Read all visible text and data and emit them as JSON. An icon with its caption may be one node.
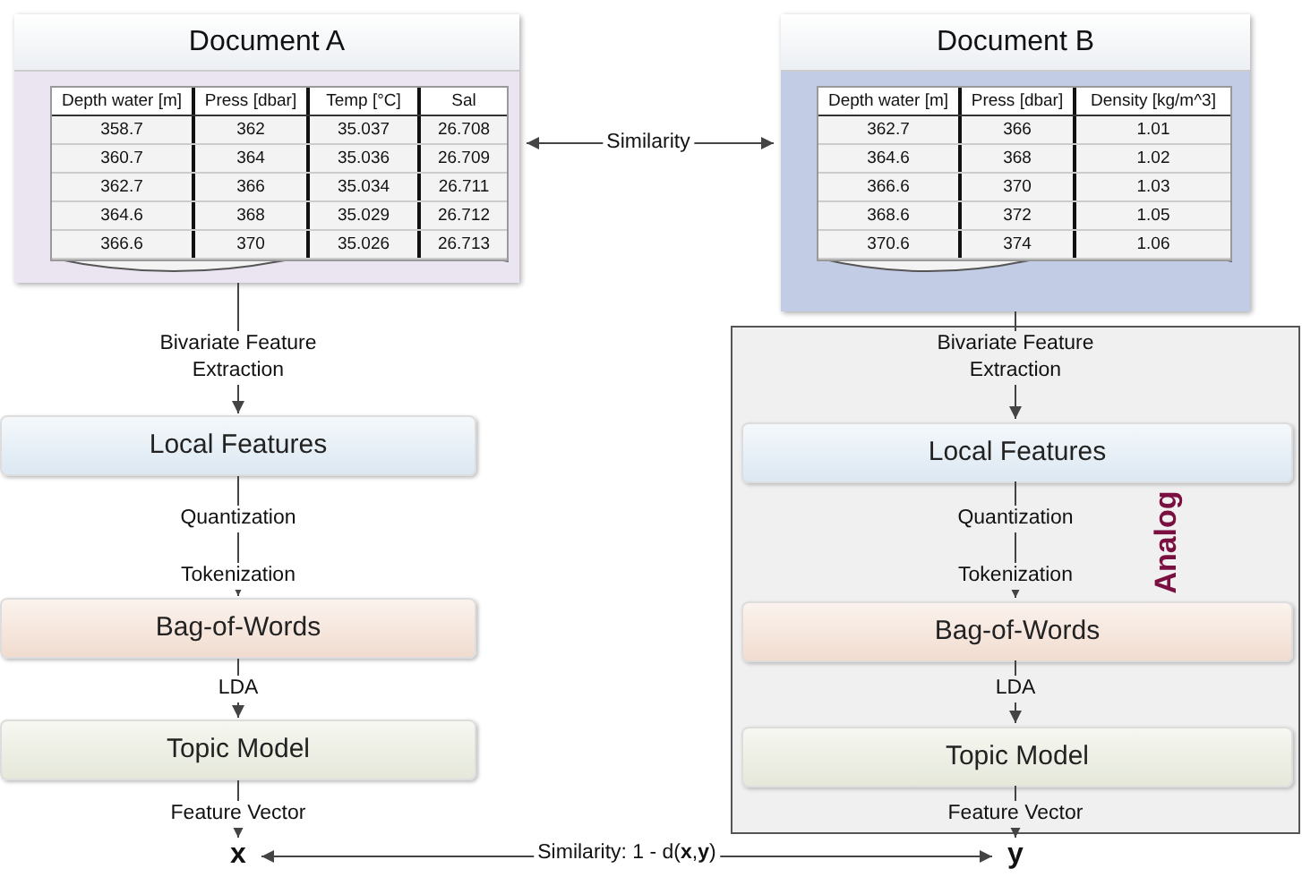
{
  "diagram": {
    "nodes": [
      {
        "text": [
          "Document A"
        ]
      },
      {
        "text": [
          "Document B"
        ]
      },
      {
        "text": [
          "Local Features"
        ]
      },
      {
        "text": [
          "Bag-of-Words"
        ]
      },
      {
        "text": [
          "Topic Model"
        ]
      },
      {
        "text": [
          "x"
        ]
      },
      {
        "text": [
          "Analog"
        ]
      },
      {
        "text": [
          "Local Features"
        ],
        "in": 6
      },
      {
        "text": [
          "Bag-of-Words"
        ],
        "in": 6
      },
      {
        "text": [
          "Topic Model"
        ],
        "in": 6
      },
      {
        "text": [
          "y"
        ]
      }
    ],
    "edges": [
      {
        "from": 0,
        "to": 1,
        "arrow": "both",
        "label": "Similarity"
      },
      {
        "from": 0,
        "to": 2,
        "arrow": "to",
        "label": "Bivariate Feature Extraction"
      },
      {
        "from": 2,
        "to": 3,
        "arrow": "to",
        "label": "Quantization"
      },
      {
        "from": 3,
        "to": 4,
        "arrow": "to",
        "label": "LDA"
      },
      {
        "from": 4,
        "to": 5,
        "arrow": "to",
        "label": "Feature Vector"
      },
      {
        "from": 1,
        "to": 7,
        "arrow": "to",
        "label": "Bivariate Feature Extraction"
      },
      {
        "from": 7,
        "to": 8,
        "arrow": "to",
        "label": "Quantization"
      },
      {
        "from": 8,
        "to": 9,
        "arrow": "to",
        "label": "LDA"
      },
      {
        "from": 9,
        "to": 10,
        "arrow": "to",
        "label": "Feature Vector"
      },
      {
        "from": 5,
        "to": 10,
        "arrow": "both",
        "label": "Similarity: 1 - d(**x**,**y**)"
      }
    ],
    "labels": [
      "Depth water [m]",
      "Press [dbar]",
      "Temp [°C]",
      "Sal",
      "358.7",
      "362",
      "35.037",
      "26.708",
      "360.7",
      "364",
      "35.036",
      "26.709",
      "362.7",
      "366",
      "35.034",
      "26.711",
      "364.6",
      "368",
      "35.029",
      "26.712",
      "366.6",
      "370",
      "35.026",
      "26.713",
      "Depth water [m]",
      "Press [dbar]",
      "Density [kg/m^3]",
      "362.7",
      "366",
      "1.01",
      "364.6",
      "368",
      "1.02",
      "366.6",
      "370",
      "1.03",
      "368.6",
      "372",
      "1.05",
      "370.6",
      "374",
      "1.06",
      "Tokenization",
      "Tokenization"
    ]
  }
}
